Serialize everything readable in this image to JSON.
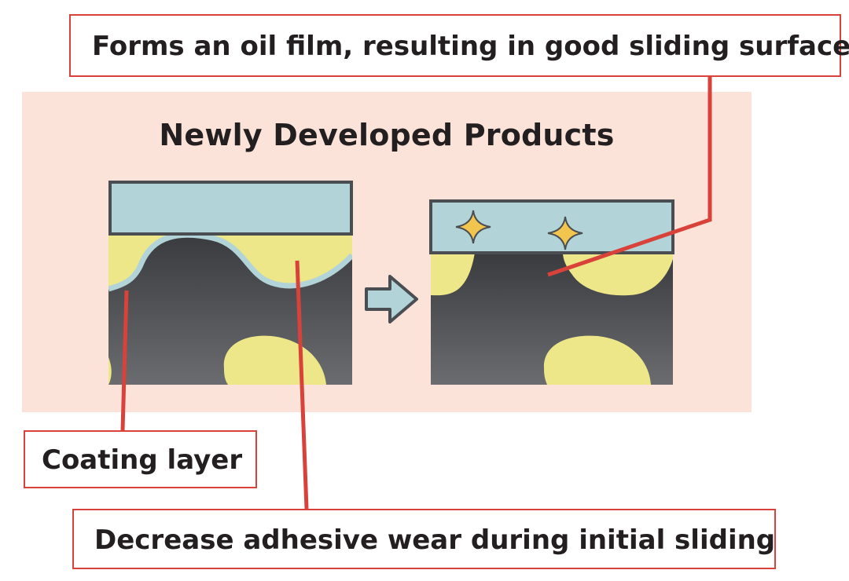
{
  "panel": {
    "title": "Newly Developed Products"
  },
  "callouts": {
    "oil_film": "Forms an oil film, resulting in good sliding surface",
    "coating_layer": "Coating layer",
    "adhesive_wear": "Decrease adhesive wear during initial sliding"
  },
  "colors": {
    "panel_background": "#fbe3d9",
    "callout_border": "#d9423a",
    "leader_line": "#d9423a",
    "top_plate": "#b2d3d7",
    "plate_outline": "#4a4e52",
    "substrate_dark": "#45474a",
    "inclusion": "#ede789",
    "coating": "#b2d3d7",
    "sparkle": "#f2c64e"
  },
  "icons": [
    "right-arrow-icon",
    "sparkle-icon"
  ]
}
